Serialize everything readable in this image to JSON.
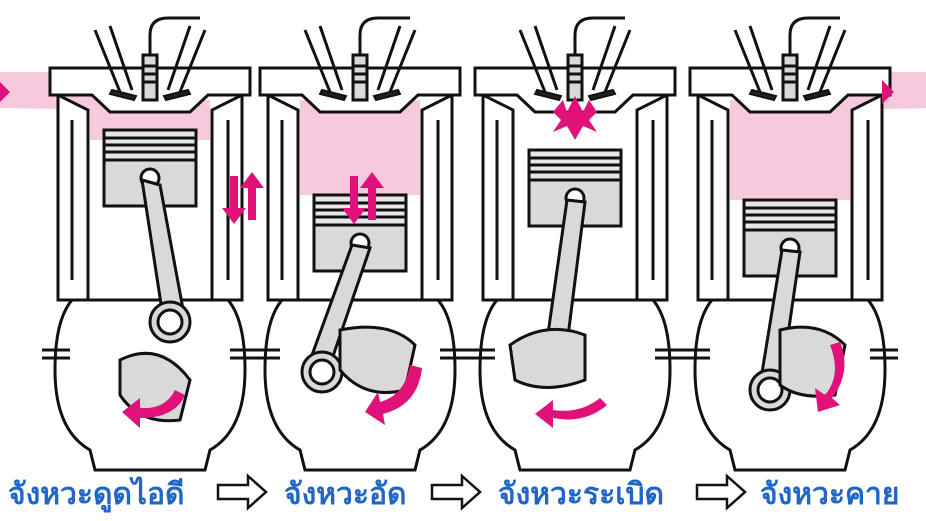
{
  "diagram": {
    "title": "",
    "stages": [
      {
        "label": "จังหวะดูดไอดี",
        "piston_direction": "down",
        "icon": "intake-stroke"
      },
      {
        "label": "จังหวะอัด",
        "piston_direction": "up",
        "icon": "compression-stroke"
      },
      {
        "label": "จังหวะระเบิด",
        "piston_direction": "down",
        "icon": "power-stroke"
      },
      {
        "label": "จังหวะคาย",
        "piston_direction": "up",
        "icon": "exhaust-stroke"
      }
    ],
    "colors": {
      "label": "#1f66c7",
      "motion_arrow": "#e0127a",
      "gas": "#f6c9dc",
      "outline": "#111111"
    },
    "connector_icon": "outline-right-arrow"
  }
}
